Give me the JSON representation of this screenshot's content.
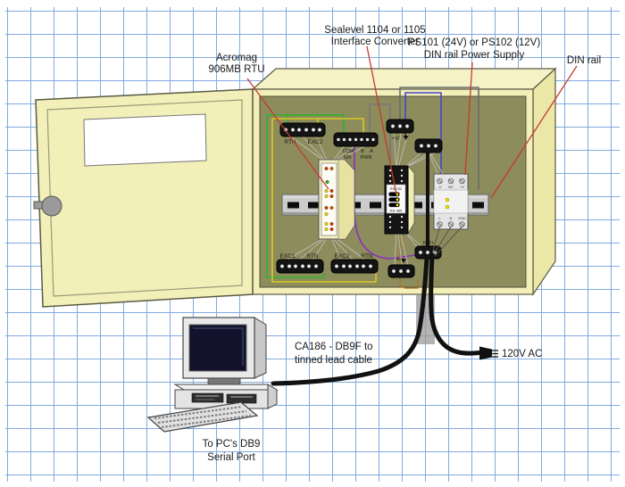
{
  "callouts": {
    "acromag": {
      "line1": "Acromag",
      "line2": "906MB RTU"
    },
    "sealevel": {
      "line1": "Sealevel 1104 or 1105",
      "line2": "Interface Converter"
    },
    "power": {
      "line1": "PS101 (24V) or PS102 (12V)",
      "line2": "DIN rail Power Supply"
    },
    "din": {
      "label": "DIN rail"
    },
    "cable": {
      "line1": "CA186 - DB9F to",
      "line2": "tinned lead cable"
    },
    "ac": {
      "label": "120V AC"
    },
    "pc": {
      "line1": "To PC's DB9",
      "line2": "Serial Port"
    }
  },
  "terminal_labels": {
    "tb1": {
      "left": "RTN",
      "right": "EXC2"
    },
    "tb2": {
      "com": "COM",
      "b": "B",
      "a": "A",
      "n485": "485",
      "pwr": "PWR"
    },
    "tb3": {
      "label": "+V"
    },
    "tb5": {
      "left": "EXC1",
      "right": "RTN"
    },
    "tb6": {
      "left": "EXC2",
      "right": "RTN"
    },
    "tb7": {
      "label": "+"
    },
    "tb8": {
      "label": "R-T+"
    }
  },
  "power_supply": {
    "top": [
      "-V",
      "NC",
      "+V"
    ],
    "bottom": [
      "L",
      "N",
      "GND"
    ]
  },
  "converter": {
    "top_label": "RS-232",
    "bottom_label": "RS-485"
  },
  "colors": {
    "grid": "#7fabdf",
    "cabinet_front": "#f2efb9",
    "cabinet_top": "#f5f2c8",
    "cabinet_side": "#ebe7a6",
    "backplane": "#8c8c5c",
    "rail": "#cccccc",
    "leader_line": "#c63a2f",
    "wire_green": "#2db32d",
    "wire_yellow": "#d9c922",
    "wire_blue": "#4747c7",
    "wire_purple": "#8833bb",
    "wire_brown": "#b0702a",
    "wire_gray": "#777777",
    "cable_black": "#111111",
    "led_yellow": "#f0e000",
    "led_red": "#cc3300",
    "led_green": "#22aa22"
  }
}
